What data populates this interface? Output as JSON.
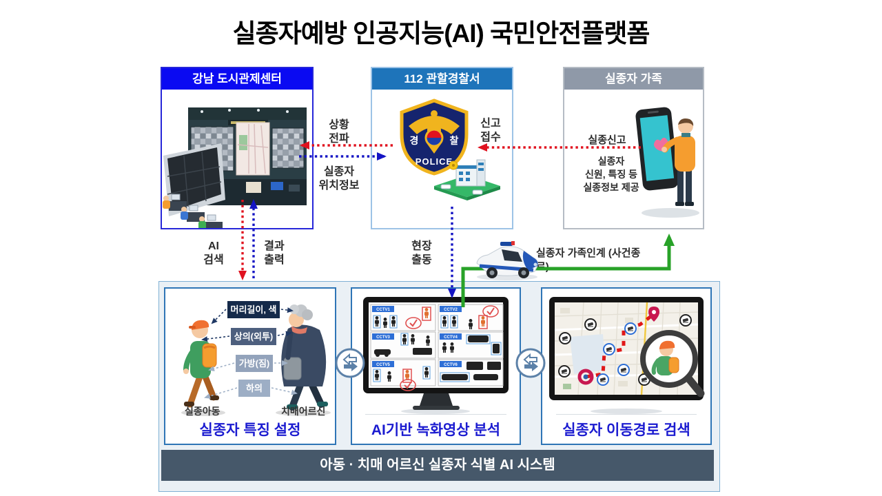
{
  "title": "실종자예방 인공지능(AI) 국민안전플랫폼",
  "nodes": {
    "control_center": {
      "header": "강남 도시관제센터"
    },
    "police": {
      "header": "112 관할경찰서",
      "emblem_left": "경",
      "emblem_right": "찰",
      "emblem_bottom": "POLICE"
    },
    "family": {
      "header": "실종자 가족",
      "report_label": "실종신고",
      "info": "실종자\n신원, 특징 등\n실종정보 제공"
    }
  },
  "flows": {
    "situation": "상황\n전파",
    "location": "실종자\n위치정보",
    "report": "신고\n접수",
    "ai_search": "AI\n검색",
    "result": "결과\n출력",
    "dispatch": "현장\n출동",
    "handover": "실종자 가족인계 (사건종료)"
  },
  "platform": {
    "feature_box": {
      "tags": [
        "머리길이, 색",
        "상의(외투)",
        "가방(짐)",
        "하의"
      ],
      "child_label": "실종아동",
      "elderly_label": "치매어르신",
      "title": "실종자 특징 설정"
    },
    "analysis_box": {
      "cctv_labels": [
        "CCTV1",
        "CCTV2",
        "CCTV3",
        "CCTV4",
        "CCTV5",
        "CCTV6"
      ],
      "title": "AI기반 녹화영상 분석"
    },
    "route_box": {
      "title": "실종자 이동경로 검색"
    },
    "footer": "아동 · 치매 어르신 실종자 식별 AI 시스템"
  },
  "colors": {
    "control_header": "#0a0af2",
    "police_header": "#1e74ba",
    "family_header": "#8f99a8",
    "red_arrow": "#e0121f",
    "blue_arrow": "#1515c4",
    "green_arrow": "#28a228",
    "panel_bg": "#eaf0f5",
    "box_border": "#2e75b6",
    "bottom_title": "#1b1bd0",
    "footer_bg": "#46586a",
    "tag_colors": [
      "#152a4a",
      "#4d5f7e",
      "#93a3bb",
      "#9daec5"
    ]
  }
}
